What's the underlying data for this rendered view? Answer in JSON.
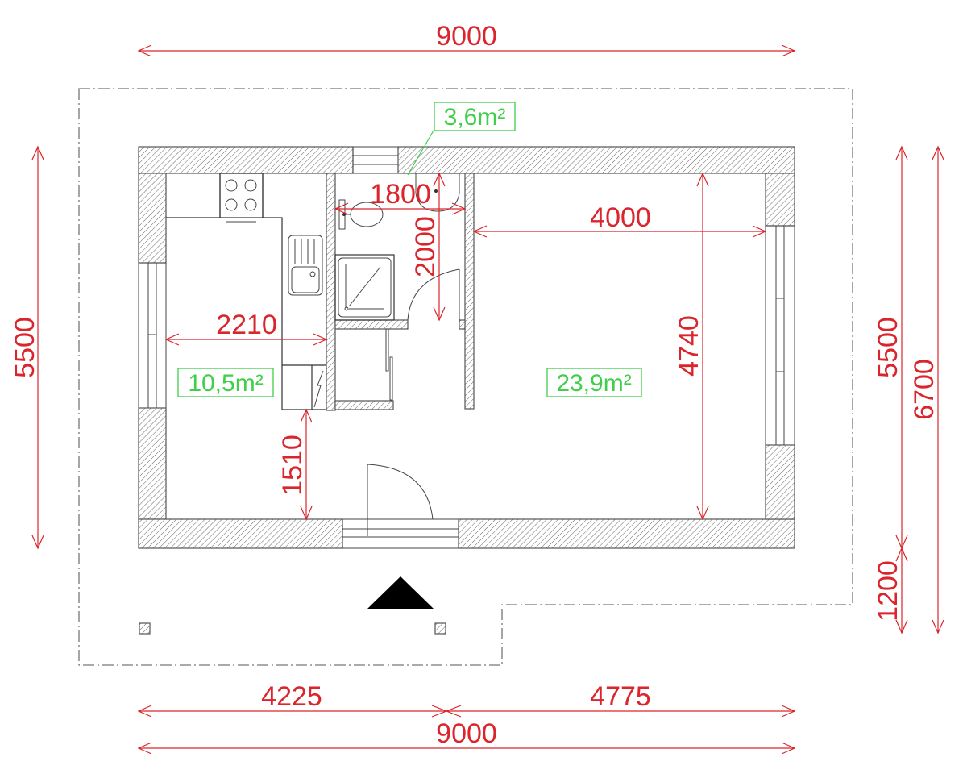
{
  "drawing": {
    "type": "floor-plan",
    "colors": {
      "dimension": "#d9252b",
      "area_label": "#3fcf4a",
      "wall_outline": "#555555",
      "boundary": "#777777"
    }
  },
  "dimensions": {
    "top_total": "9000",
    "bottom_left": "4225",
    "bottom_right": "4775",
    "bottom_total": "9000",
    "left_height": "5500",
    "right_inner": "5500",
    "right_outer": "6700",
    "right_porch": "1200",
    "kitchen_width": "2210",
    "kitchen_to_wall": "1510",
    "bath_width": "1800",
    "bath_depth": "2000",
    "living_width": "4000",
    "living_depth": "4740"
  },
  "areas": {
    "kitchen": "10,5m²",
    "bathroom": "3,6m²",
    "living": "23,9m²"
  },
  "symbols": {
    "entrance_marker": "north-arrow-triangle"
  }
}
